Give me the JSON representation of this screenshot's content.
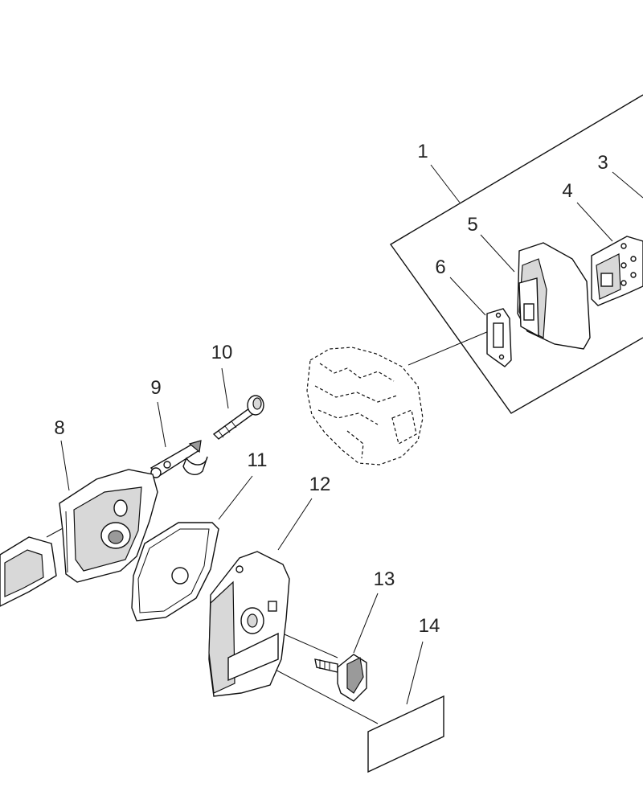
{
  "diagram": {
    "part_numbers": {
      "p1": "1",
      "p3": "3",
      "p4": "4",
      "p5": "5",
      "p6": "6",
      "p8": "8",
      "p9": "9",
      "p10": "10",
      "p11": "11",
      "p12": "12",
      "p13": "13",
      "p14": "14"
    },
    "colors": {
      "line": "#111111",
      "part_shade": "#d8d8d8",
      "dark_shade": "#9a9a9a",
      "background": "#ffffff"
    }
  }
}
